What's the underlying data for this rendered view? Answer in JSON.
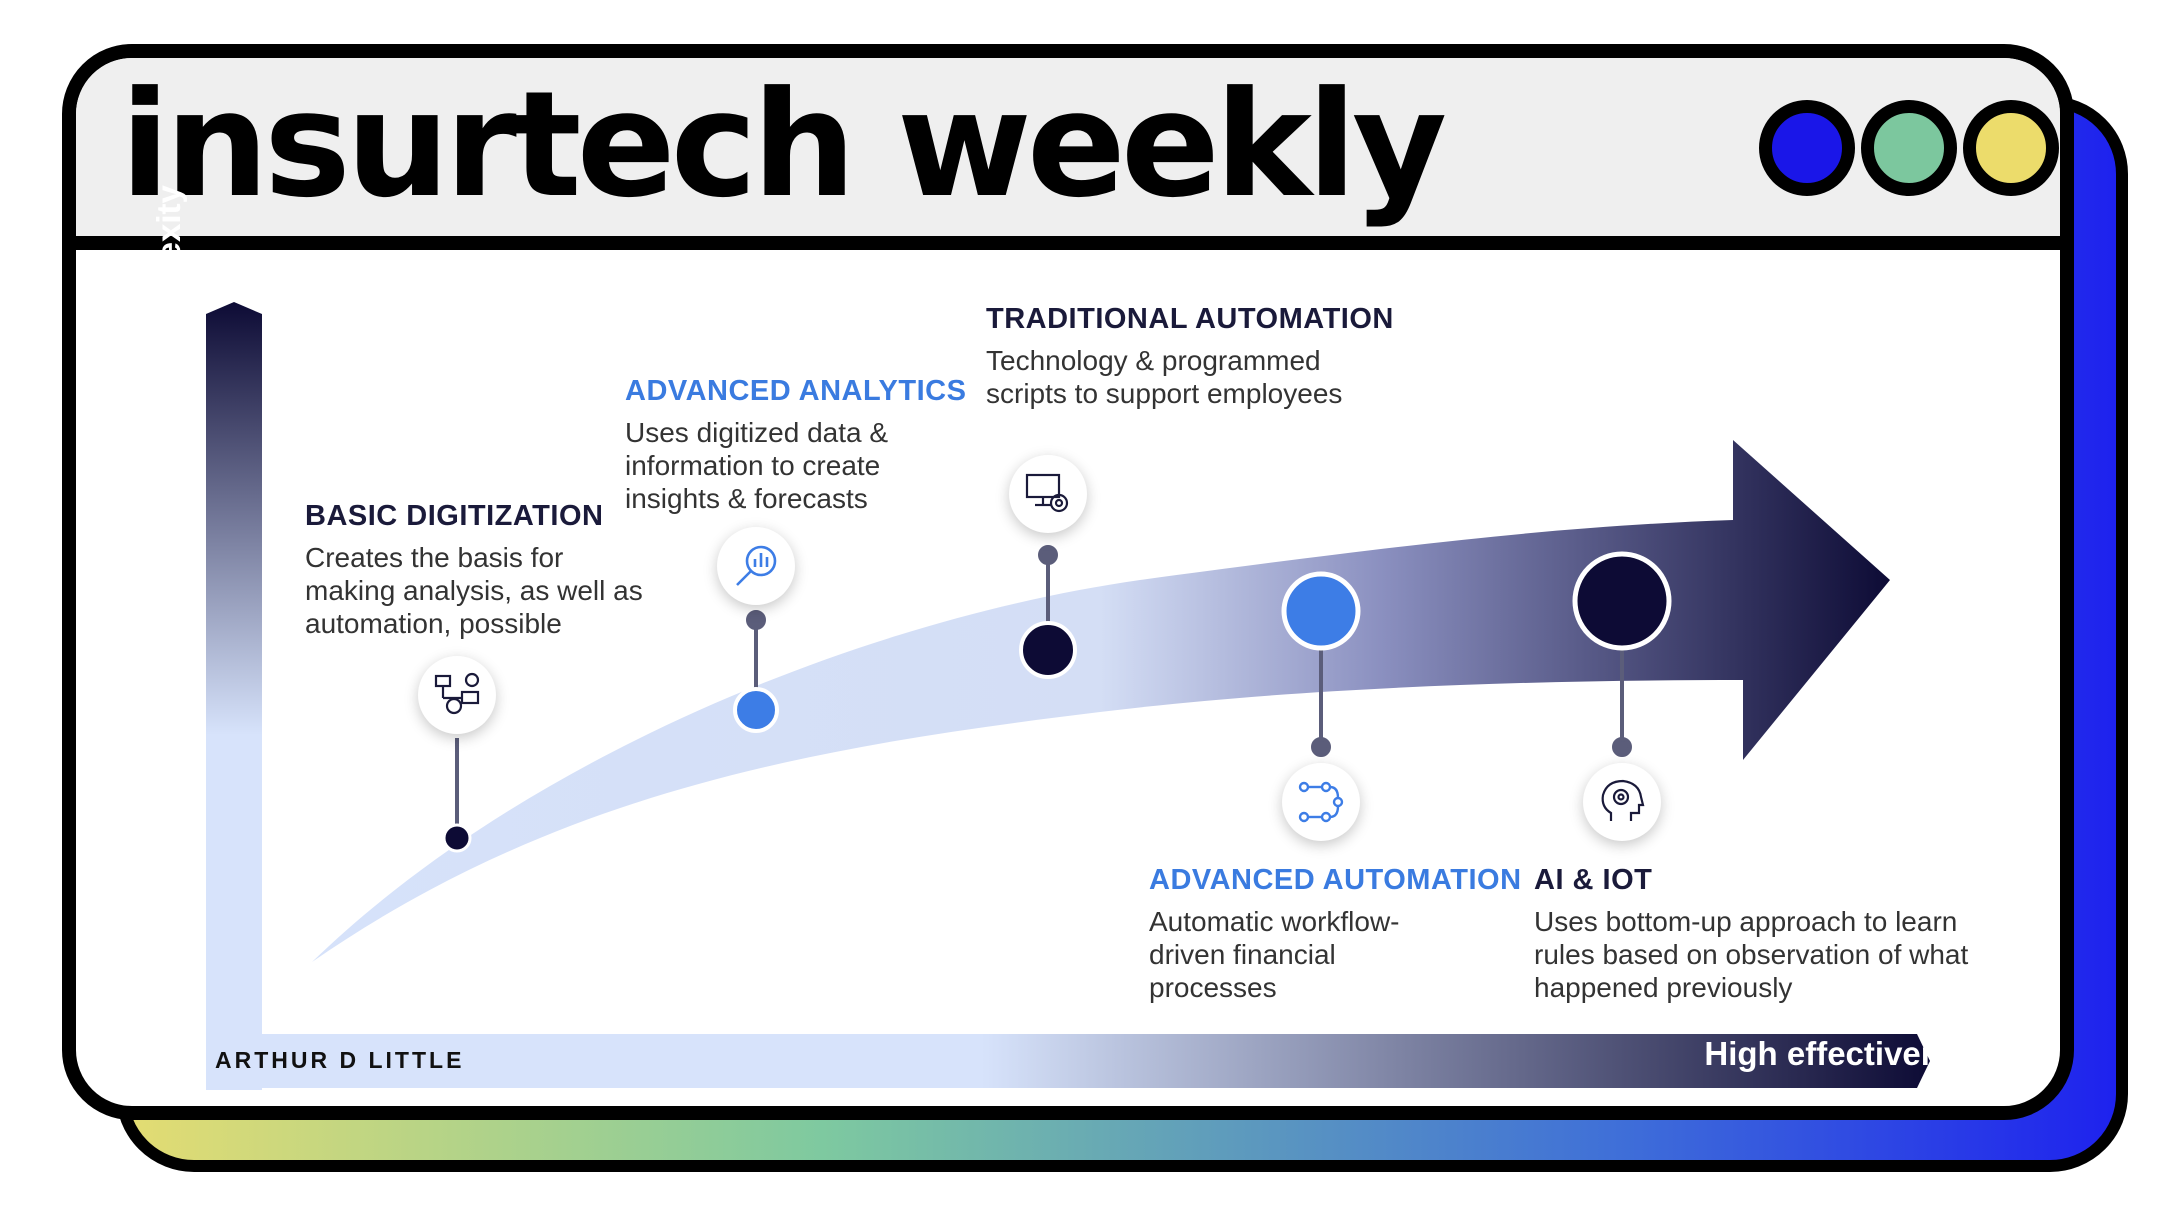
{
  "header": {
    "title": "insurtech weekly"
  },
  "window_dots": [
    {
      "name": "blue-dot",
      "color": "#1a16e8"
    },
    {
      "name": "green-dot",
      "color": "#7cc79e"
    },
    {
      "name": "yellow-dot",
      "color": "#ecdc6b"
    }
  ],
  "colors": {
    "navy": "#0d0b35",
    "blue": "#3d7de6",
    "light_blue": "#d6e2fa",
    "accent_text": "#3a7be0"
  },
  "axes": {
    "y_label": "High complexity",
    "x_label": "High effectiveness"
  },
  "logo": "ARTHUR D LITTLE",
  "stages": [
    {
      "title": "BASIC DIGITIZATION",
      "description": "Creates the basis for making analysis, as well as automation, possible",
      "icon": "digitization-icon"
    },
    {
      "title": "ADVANCED ANALYTICS",
      "description": "Uses digitized data & information to create insights & forecasts",
      "icon": "analytics-magnifier-icon"
    },
    {
      "title": "TRADITIONAL AUTOMATION",
      "description": "Technology & programmed scripts to support employees",
      "icon": "monitor-gear-icon"
    },
    {
      "title": "ADVANCED AUTOMATION",
      "description": "Automatic workflow-driven financial processes",
      "icon": "workflow-icon"
    },
    {
      "title": "AI & IOT",
      "description": "Uses bottom-up approach to learn rules based on observation of what happened previously",
      "icon": "brain-gear-icon"
    }
  ]
}
